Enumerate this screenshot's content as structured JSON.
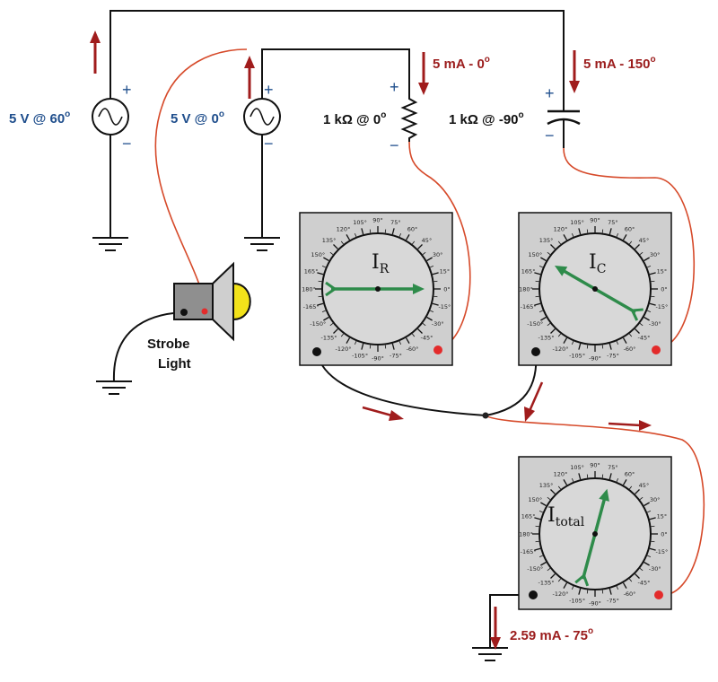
{
  "sources": [
    {
      "magnitude": "5 V @ 60",
      "degree": "o",
      "plus": "+",
      "minus": "−"
    },
    {
      "magnitude": "5 V @ 0",
      "degree": "o",
      "plus": "+",
      "minus": "−"
    }
  ],
  "components": [
    {
      "label": "1 kΩ @ 0",
      "degree": "o",
      "plus": "+",
      "minus": "−"
    },
    {
      "label": "1 kΩ @ -90",
      "degree": "o",
      "plus": "+",
      "minus": "−"
    }
  ],
  "currents": {
    "resistor": {
      "text": "5 mA - 0",
      "degree": "o"
    },
    "capacitor": {
      "text": "5 mA - 150",
      "degree": "o"
    },
    "total": {
      "text": "2.59 mA - 75",
      "degree": "o"
    }
  },
  "strobe": {
    "line1": "Strobe",
    "line2": "Light"
  },
  "meters": [
    {
      "id": "ir",
      "main": "I",
      "sub": "R",
      "needle_deg": 0
    },
    {
      "id": "ic",
      "main": "I",
      "sub": "C",
      "needle_deg": 150
    },
    {
      "id": "itotal",
      "main": "I",
      "sub": "total",
      "needle_deg": 75
    }
  ],
  "dial_labels": [
    "0°",
    "15°",
    "30°",
    "45°",
    "60°",
    "75°",
    "90°",
    "105°",
    "120°",
    "135°",
    "150°",
    "165°",
    "180°",
    "-165°",
    "-150°",
    "-135°",
    "-120°",
    "-105°",
    "-90°",
    "-75°",
    "-60°",
    "-45°",
    "-30°",
    "-15°"
  ],
  "colors": {
    "wire": "#111111",
    "probe_wire": "#d64a2a",
    "arrow": "#a01c1c",
    "needle": "#2e8b4a",
    "meter_face": "#cfcfcf",
    "label_blue": "#1f4e8c",
    "label_red": "#9b1c1c",
    "lamp": "#f2e21a"
  }
}
